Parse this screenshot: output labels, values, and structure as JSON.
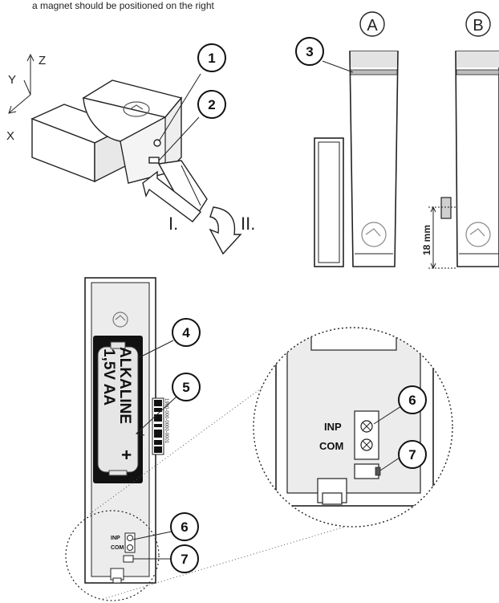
{
  "caption": "a magnet should be positioned on the right",
  "axes": {
    "z": "Z",
    "y": "Y",
    "x": "X"
  },
  "steps": {
    "one": "I.",
    "two": "II."
  },
  "views": {
    "a": "A",
    "b": "B"
  },
  "dimension": "18 mm",
  "battery": {
    "line1": "ALKALINE",
    "line2": "1,5V  AA",
    "plus": "+"
  },
  "barcode_text": "1900-000-0000-0001",
  "terminals": {
    "inp": "INP",
    "com": "COM"
  },
  "callouts": {
    "c1": "1",
    "c2": "2",
    "c3": "3",
    "c4": "4",
    "c5": "5",
    "c6": "6",
    "c7": "7",
    "c6b": "6",
    "c7b": "7"
  }
}
